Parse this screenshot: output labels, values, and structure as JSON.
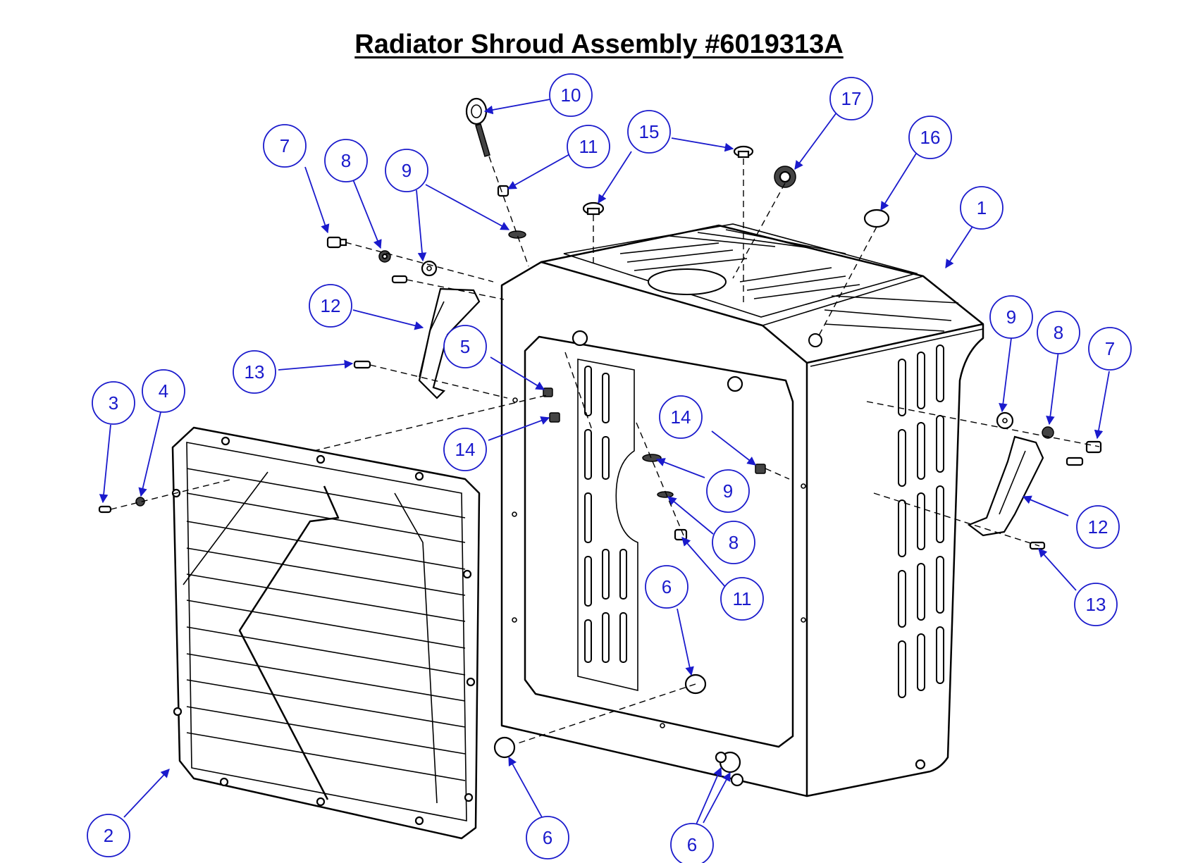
{
  "title": "Radiator Shroud Assembly #6019313A",
  "colors": {
    "callout": "#1a1acc",
    "line": "#000000",
    "background": "#ffffff"
  },
  "callouts": [
    {
      "label": "10"
    },
    {
      "label": "17"
    },
    {
      "label": "7"
    },
    {
      "label": "8"
    },
    {
      "label": "9"
    },
    {
      "label": "11"
    },
    {
      "label": "15"
    },
    {
      "label": "16"
    },
    {
      "label": "1"
    },
    {
      "label": "12"
    },
    {
      "label": "9"
    },
    {
      "label": "8"
    },
    {
      "label": "7"
    },
    {
      "label": "5"
    },
    {
      "label": "13"
    },
    {
      "label": "3"
    },
    {
      "label": "4"
    },
    {
      "label": "14"
    },
    {
      "label": "14"
    },
    {
      "label": "9"
    },
    {
      "label": "12"
    },
    {
      "label": "8"
    },
    {
      "label": "11"
    },
    {
      "label": "6"
    },
    {
      "label": "13"
    },
    {
      "label": "2"
    },
    {
      "label": "6"
    },
    {
      "label": "6"
    }
  ]
}
